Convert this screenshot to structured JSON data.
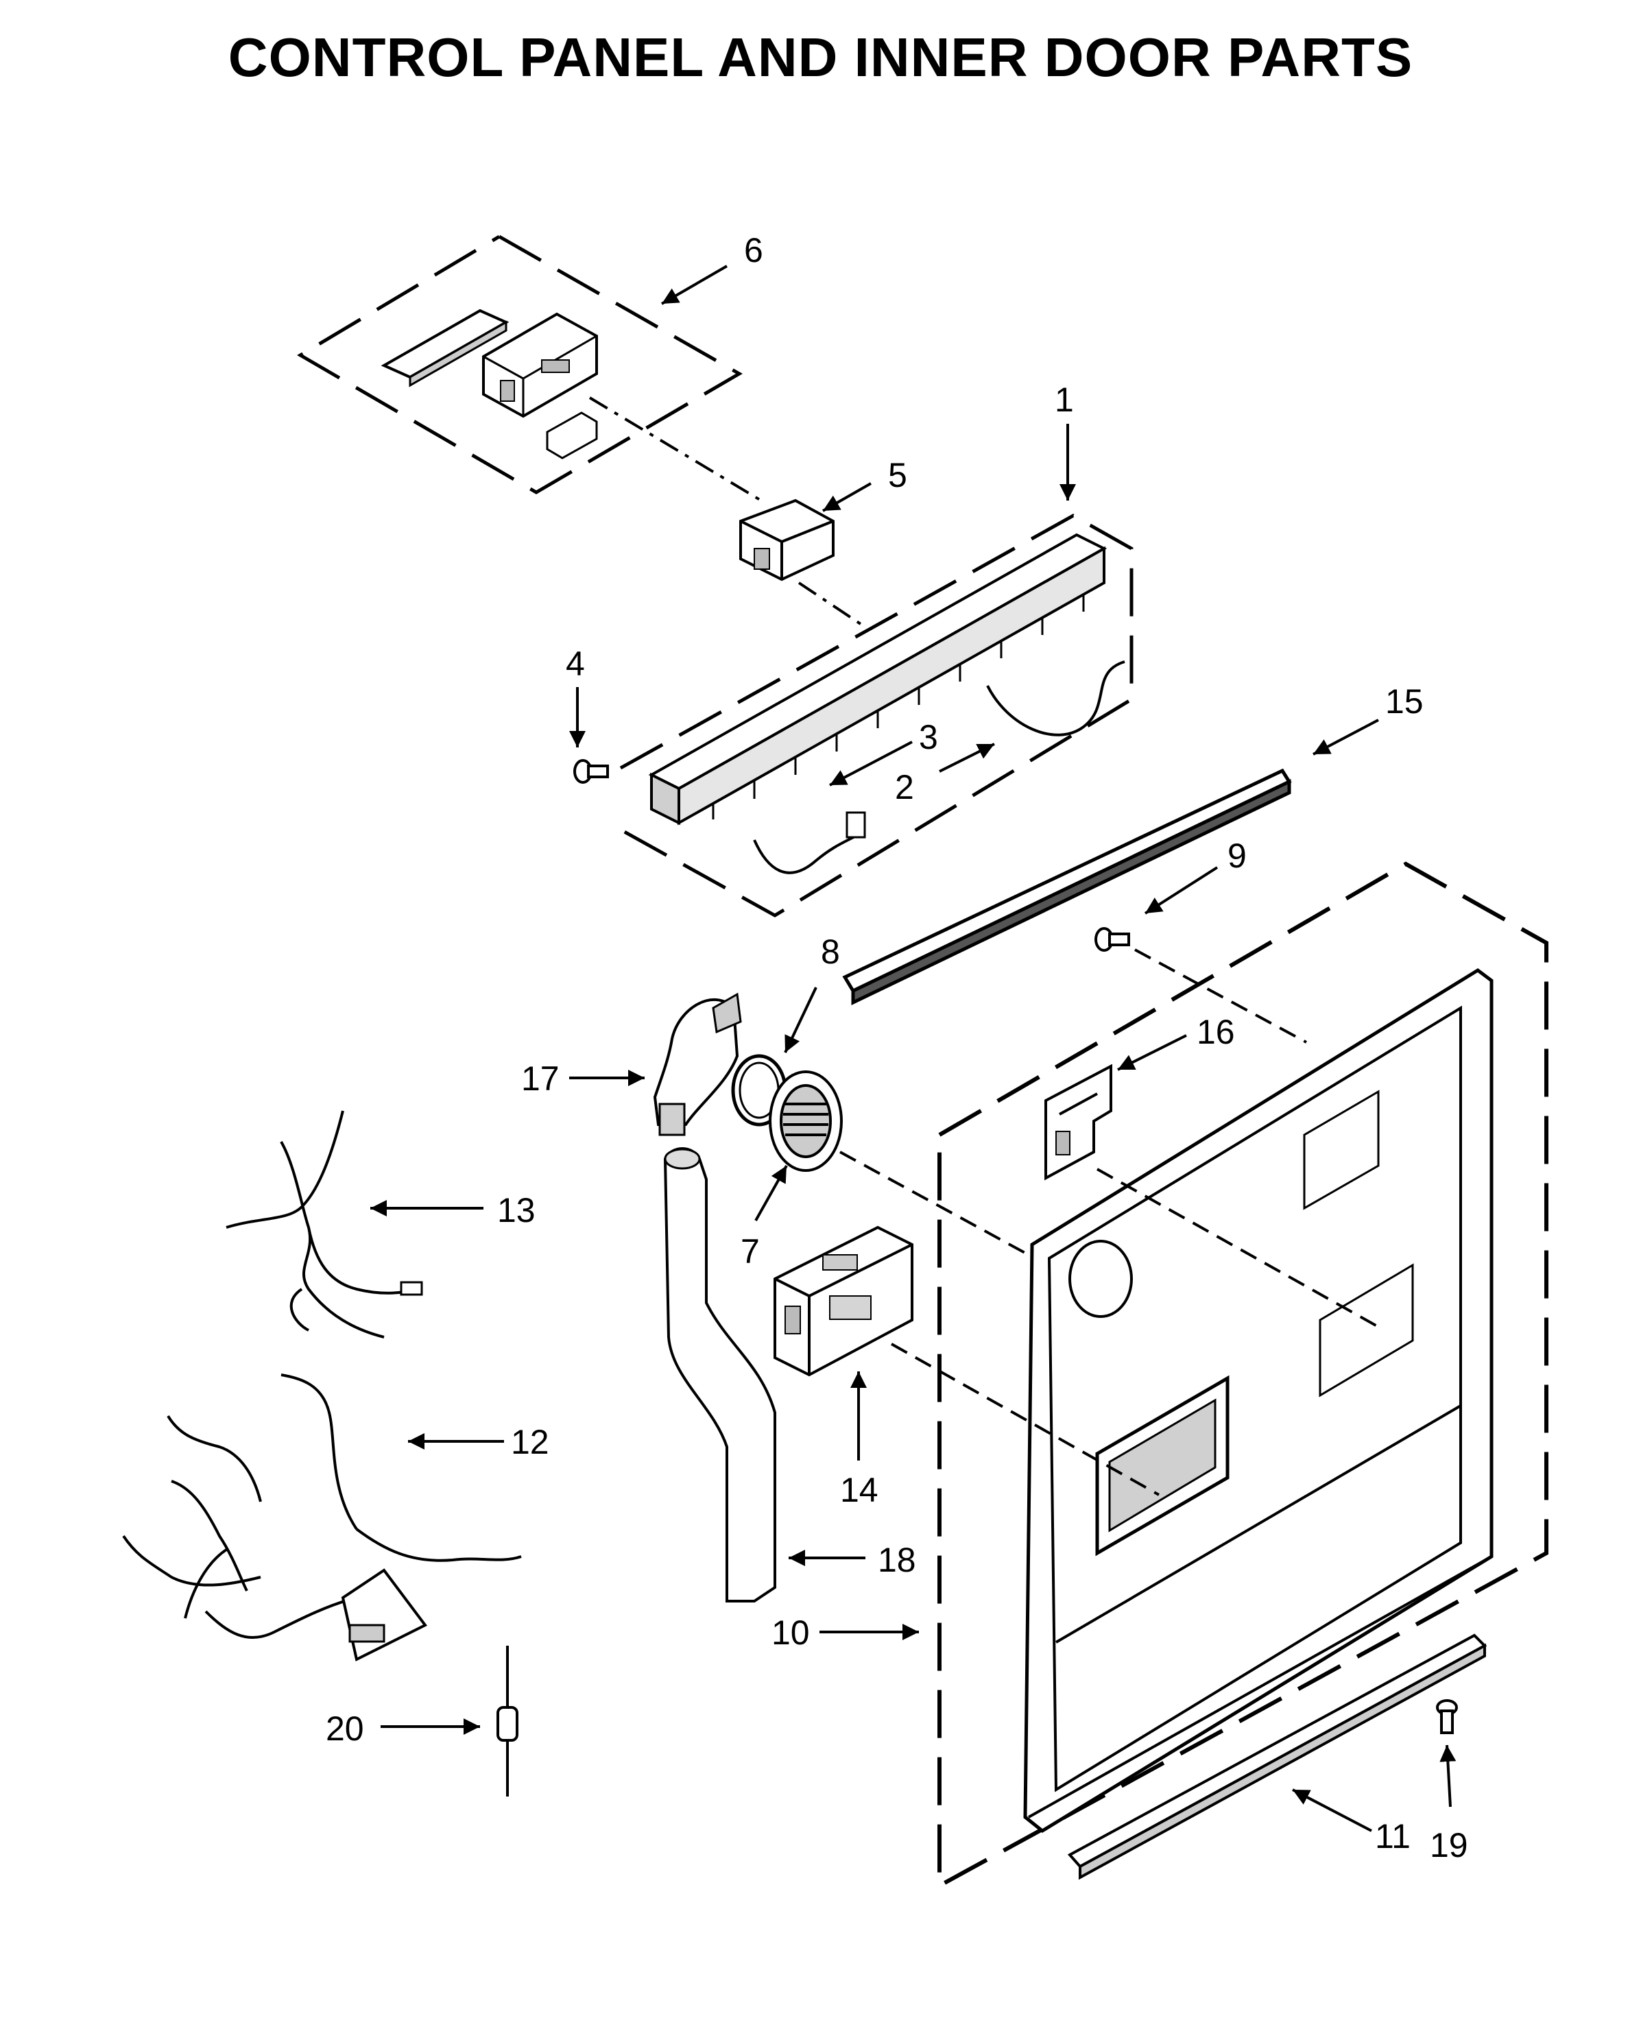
{
  "title": "CONTROL PANEL AND INNER DOOR PARTS",
  "callouts": {
    "p1": "1",
    "p2": "2",
    "p3": "3",
    "p4": "4",
    "p5": "5",
    "p6": "6",
    "p7": "7",
    "p8": "8",
    "p9": "9",
    "p10": "10",
    "p11": "11",
    "p12": "12",
    "p13": "13",
    "p14": "14",
    "p15": "15",
    "p16": "16",
    "p17": "17",
    "p18": "18",
    "p19": "19",
    "p20": "20"
  },
  "colors": {
    "line": "#000000",
    "part_fill": "#ffffff",
    "shade": "#d9d9d9"
  }
}
